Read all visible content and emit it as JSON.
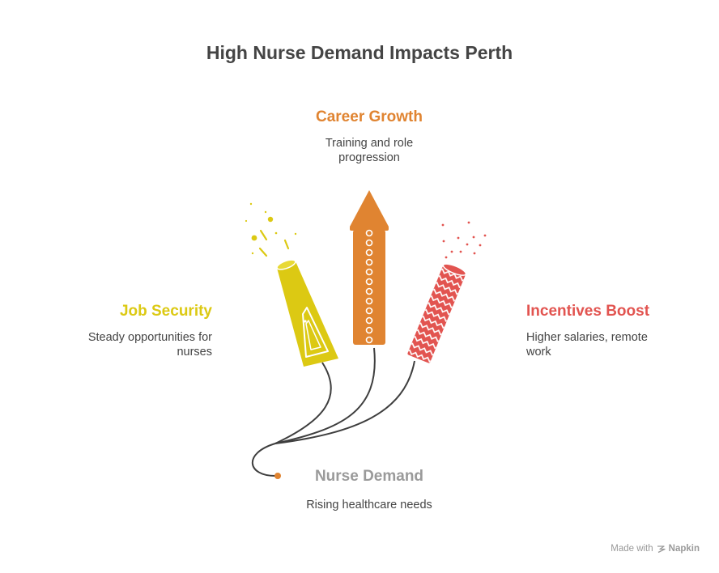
{
  "title": "High Nurse Demand Impacts Perth",
  "nodes": {
    "career_growth": {
      "heading": "Career Growth",
      "description": "Training and role progression",
      "color": "#E08431"
    },
    "job_security": {
      "heading": "Job Security",
      "description": "Steady opportunities for nurses",
      "color": "#DCC913"
    },
    "incentives_boost": {
      "heading": "Incentives Boost",
      "description": "Higher salaries, remote work",
      "color": "#E25450"
    },
    "nurse_demand": {
      "heading": "Nurse Demand",
      "description": "Rising healthcare needs",
      "color": "#9A9A9A"
    }
  },
  "icons": {
    "left_rocket": "yellow-firecracker-icon",
    "center_rocket": "orange-rocket-icon",
    "right_rocket": "red-firecracker-icon"
  },
  "footer": {
    "made_with": "Made with",
    "brand": "Napkin"
  }
}
